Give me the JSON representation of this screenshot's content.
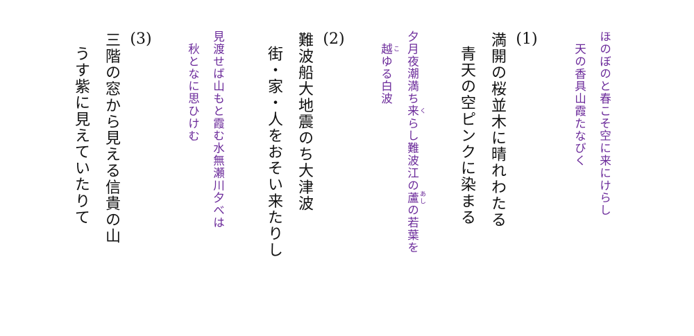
{
  "colors": {
    "main_text": "#111111",
    "poem_text": "#6b2a9a"
  },
  "poems": [
    {
      "line1": "ほのぼのと春こそ空に来にけらし",
      "line2": "天の香具山霞たなびく"
    },
    {
      "line1_a": "夕月夜潮満ち",
      "line1_b_base": "来",
      "line1_b_ruby": "く",
      "line1_c": "らし難波江の",
      "line1_d_base": "蘆",
      "line1_d_ruby": "あし",
      "line1_e": "の若葉を",
      "line2_a_base": "越",
      "line2_a_ruby": "こ",
      "line2_b": "ゆる白波"
    },
    {
      "line1": "見渡せば山もと霞む水無瀬川夕べは",
      "line2": "秋となに思ひけむ"
    }
  ],
  "entries": [
    {
      "number": "(1)",
      "line1": "満開の桜並木に晴れわたる",
      "line2": "青天の空ピンクに染まる"
    },
    {
      "number": "(2)",
      "line1": "難波船大地震のち大津波",
      "line2": "街・家・人をおそい来たりし"
    },
    {
      "number": "(3)",
      "line1": "三階の窓から見える信貴の山",
      "line2": "うす紫に見えていたりて"
    }
  ]
}
